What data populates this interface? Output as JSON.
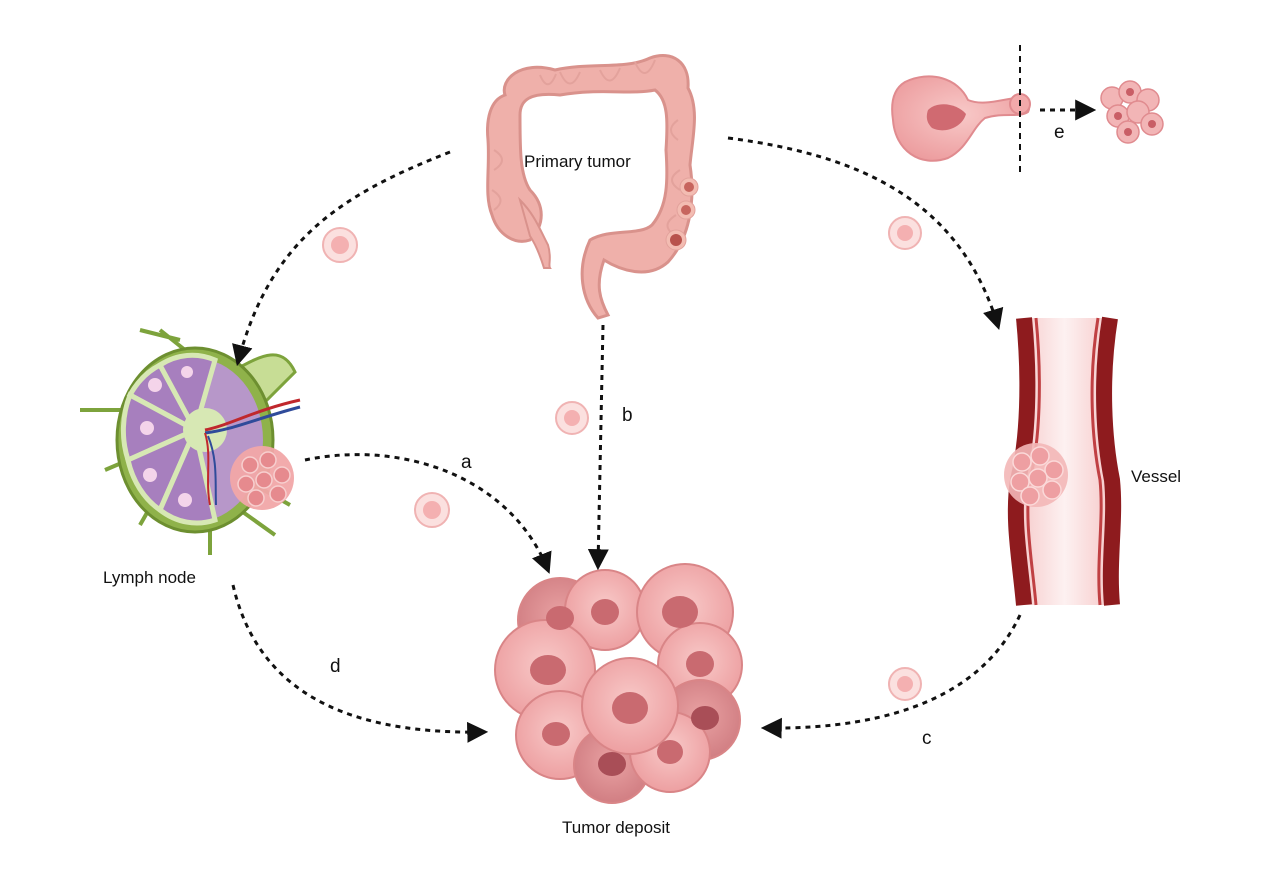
{
  "labels": {
    "primary_tumor": "Primary tumor",
    "lymph_node": "Lymph node",
    "vessel": "Vessel",
    "tumor_deposit": "Tumor deposit"
  },
  "pathways": {
    "a": "a",
    "b": "b",
    "c": "c",
    "d": "d",
    "e": "e"
  },
  "colors": {
    "colon": "#efb0aa",
    "colon_outline": "#d9928c",
    "tumor_cell": "#f2a9aa",
    "tumor_nucleus": "#d9787c",
    "vessel_wall": "#8e1b1e",
    "vessel_lumen": "#fbe3e2",
    "lymph_outer": "#8fb24a",
    "lymph_inner": "#b797c9",
    "lymph_core": "#d7e8b4",
    "arrow": "#111111"
  }
}
